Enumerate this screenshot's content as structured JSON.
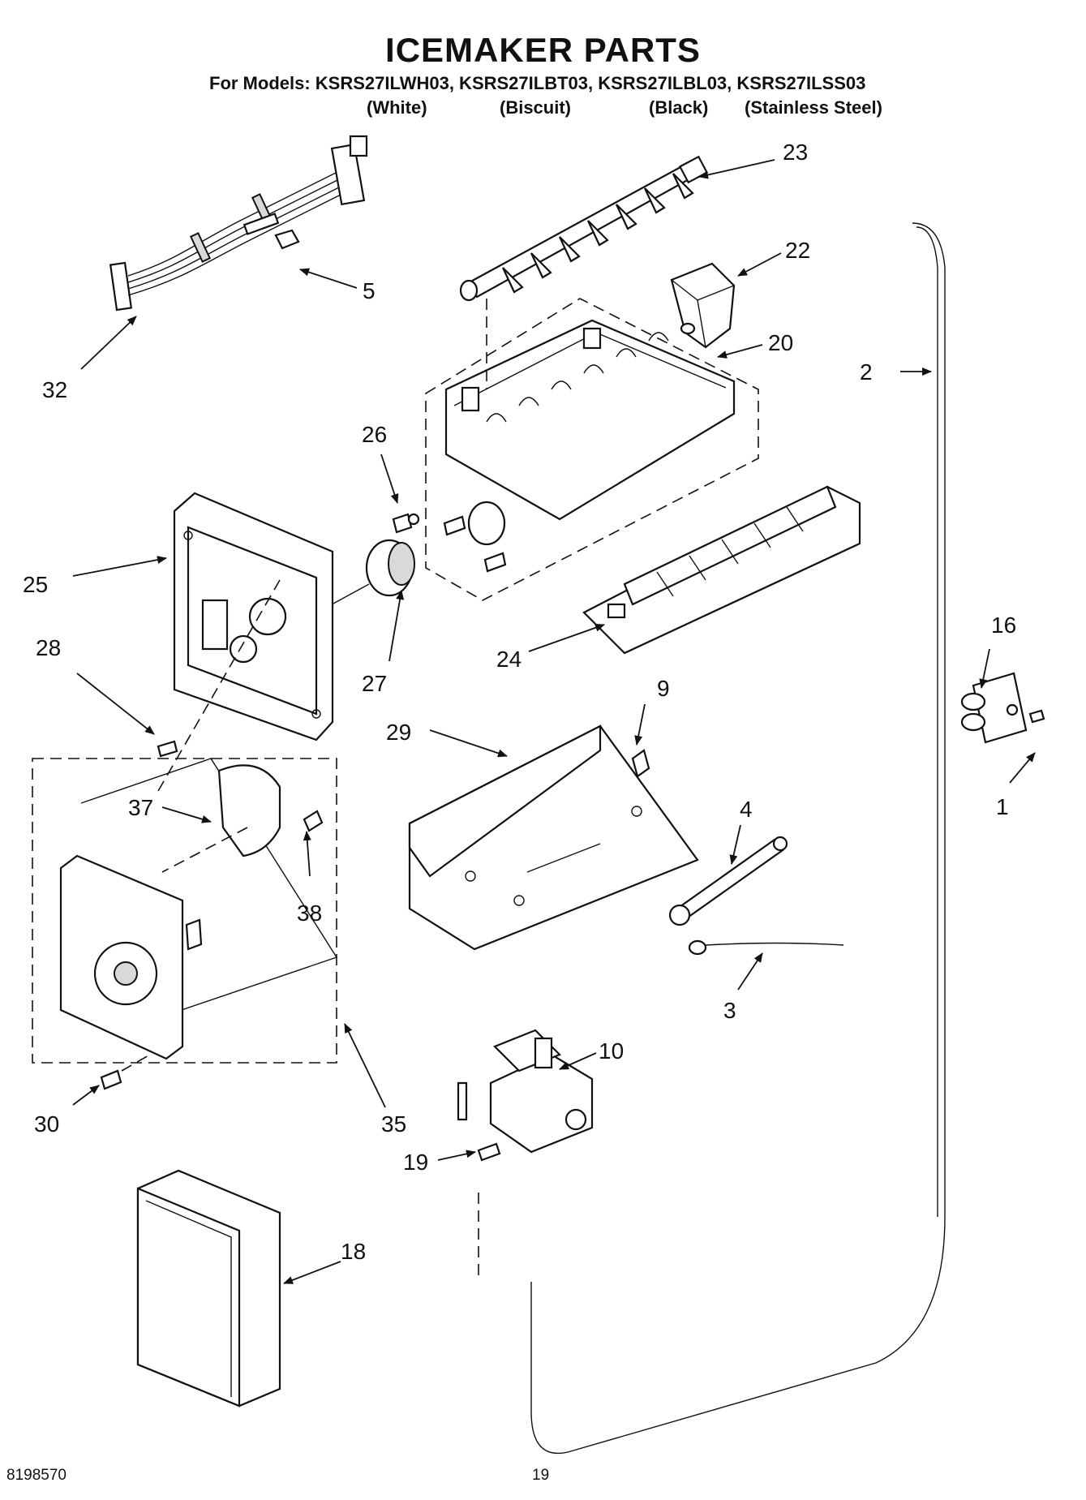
{
  "header": {
    "title": "ICEMAKER PARTS",
    "models_line": "For Models: KSRS27ILWH03, KSRS27ILBT03, KSRS27ILBL03, KSRS27ILSS03",
    "colors": [
      "(White)",
      "(Biscuit)",
      "(Black)",
      "(Stainless Steel)"
    ]
  },
  "callouts": [
    "23",
    "22",
    "20",
    "2",
    "5",
    "32",
    "26",
    "25",
    "28",
    "27",
    "24",
    "16",
    "9",
    "29",
    "1",
    "37",
    "38",
    "4",
    "3",
    "10",
    "30",
    "35",
    "19",
    "18"
  ],
  "footer": {
    "part_number": "8198570",
    "page_number": "19"
  }
}
